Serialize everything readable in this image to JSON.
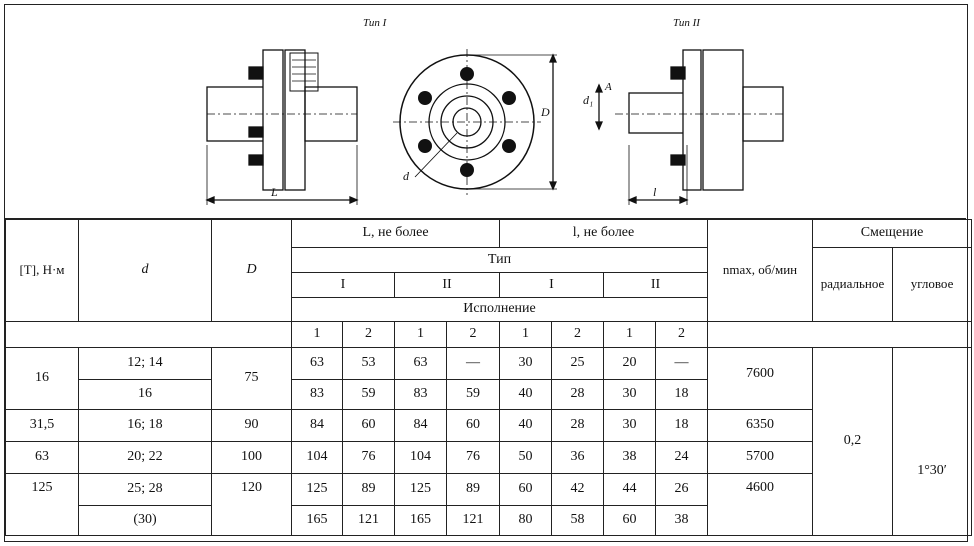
{
  "figure": {
    "caption_type1": "Тип I",
    "caption_type2": "Тип II",
    "dim_L": "L",
    "dim_D": "D",
    "dim_d": "d",
    "dim_d1": "d₁",
    "dim_A": "A",
    "dim_l": "l"
  },
  "header": {
    "torque": "[T], Н·м",
    "d": "d",
    "D": "D",
    "L_group": "L, не более",
    "l_group": "l, не более",
    "type": "Тип",
    "type_I": "I",
    "type_II": "II",
    "version": "Исполнение",
    "v1": "1",
    "v2": "2",
    "nmax": "nmax, об/мин",
    "offset": "Смещение",
    "radial": "радиальное",
    "angular": "угловое"
  },
  "rows": [
    {
      "torque": "16",
      "d": "12; 14",
      "D": "75",
      "L": [
        "63",
        "53",
        "63",
        "—"
      ],
      "l": [
        "30",
        "25",
        "20",
        "—"
      ],
      "nmax": "7600"
    },
    {
      "d": "16",
      "L": [
        "83",
        "59",
        "83",
        "59"
      ],
      "l": [
        "40",
        "28",
        "30",
        "18"
      ]
    },
    {
      "torque": "31,5",
      "d": "16; 18",
      "D": "90",
      "L": [
        "84",
        "60",
        "84",
        "60"
      ],
      "l": [
        "40",
        "28",
        "30",
        "18"
      ],
      "nmax": "6350"
    },
    {
      "torque": "63",
      "d": "20; 22",
      "D": "100",
      "L": [
        "104",
        "76",
        "104",
        "76"
      ],
      "l": [
        "50",
        "36",
        "38",
        "24"
      ],
      "nmax": "5700"
    },
    {
      "torque": "125",
      "d": "25; 28",
      "D": "120",
      "L": [
        "125",
        "89",
        "125",
        "89"
      ],
      "l": [
        "60",
        "42",
        "44",
        "26"
      ],
      "nmax": "4600"
    },
    {
      "d": "(30)",
      "L": [
        "165",
        "121",
        "165",
        "121"
      ],
      "l": [
        "80",
        "58",
        "60",
        "38"
      ]
    }
  ],
  "offset_values": {
    "radial": "0,2",
    "angular": "1°30′"
  }
}
